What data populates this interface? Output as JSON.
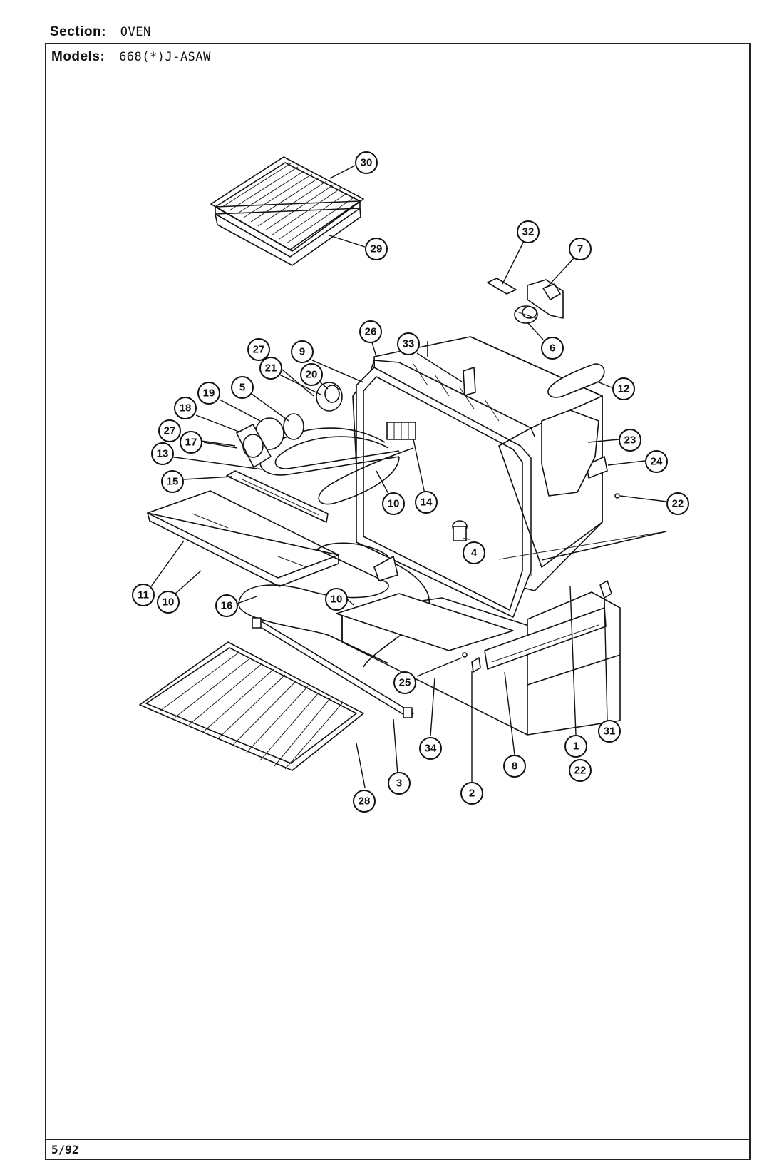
{
  "header": {
    "section_label": "Section:",
    "section_value": "OVEN",
    "models_label": "Models:",
    "models_value": "668(*)J-ASAW"
  },
  "footer": {
    "date": "5/92"
  },
  "callouts": [
    {
      "id": "c30",
      "label": "30"
    },
    {
      "id": "c29",
      "label": "29"
    },
    {
      "id": "c32",
      "label": "32"
    },
    {
      "id": "c7",
      "label": "7"
    },
    {
      "id": "c6",
      "label": "6"
    },
    {
      "id": "c26",
      "label": "26"
    },
    {
      "id": "c33",
      "label": "33"
    },
    {
      "id": "c12",
      "label": "12"
    },
    {
      "id": "c27a",
      "label": "27"
    },
    {
      "id": "c9",
      "label": "9"
    },
    {
      "id": "c21",
      "label": "21"
    },
    {
      "id": "c20",
      "label": "20"
    },
    {
      "id": "c19",
      "label": "19"
    },
    {
      "id": "c5",
      "label": "5"
    },
    {
      "id": "c18",
      "label": "18"
    },
    {
      "id": "c27b",
      "label": "27"
    },
    {
      "id": "c17",
      "label": "17"
    },
    {
      "id": "c13",
      "label": "13"
    },
    {
      "id": "c23",
      "label": "23"
    },
    {
      "id": "c24",
      "label": "24"
    },
    {
      "id": "c22a",
      "label": "22"
    },
    {
      "id": "c15",
      "label": "15"
    },
    {
      "id": "c10a",
      "label": "10"
    },
    {
      "id": "c14",
      "label": "14"
    },
    {
      "id": "c4",
      "label": "4"
    },
    {
      "id": "c11",
      "label": "11"
    },
    {
      "id": "c10b",
      "label": "10"
    },
    {
      "id": "c10c",
      "label": "10"
    },
    {
      "id": "c16",
      "label": "16"
    },
    {
      "id": "c25",
      "label": "25"
    },
    {
      "id": "c3",
      "label": "3"
    },
    {
      "id": "c34",
      "label": "34"
    },
    {
      "id": "c2",
      "label": "2"
    },
    {
      "id": "c8",
      "label": "8"
    },
    {
      "id": "c1",
      "label": "1"
    },
    {
      "id": "c22b",
      "label": "22"
    },
    {
      "id": "c31",
      "label": "31"
    },
    {
      "id": "c28",
      "label": "28"
    }
  ]
}
